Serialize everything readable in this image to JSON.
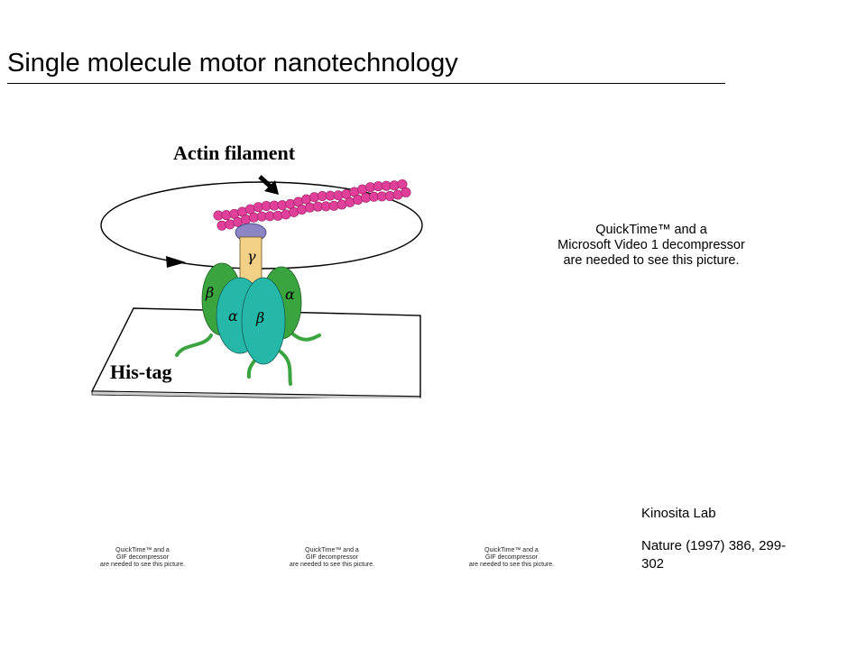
{
  "slide": {
    "title": "Single molecule motor nanotechnology"
  },
  "figure": {
    "label_top": "Actin filament",
    "label_bottom": "His-tag",
    "subunits": {
      "gamma": "γ",
      "beta_left": "β",
      "alpha_right": "α",
      "alpha_front": "α",
      "beta_front": "β"
    },
    "colors": {
      "actin": "#e0409a",
      "teal": "#25b7a8",
      "green": "#3aa43f",
      "gamma": "#f2d088",
      "blue_cap": "#8d86c4"
    }
  },
  "placeholder_main": {
    "line1": "QuickTime™ and a",
    "line2": "Microsoft Video 1 decompressor",
    "line3": "are needed to see this picture."
  },
  "placeholders_small": [
    {
      "line1": "QuickTime™ and a",
      "line2": "GIF decompressor",
      "line3": "are needed to see this picture."
    },
    {
      "line1": "QuickTime™ and a",
      "line2": "GIF decompressor",
      "line3": "are needed to see this picture."
    },
    {
      "line1": "QuickTime™ and a",
      "line2": "GIF decompressor",
      "line3": "are needed to see this picture."
    }
  ],
  "credits": {
    "lab": "Kinosita Lab",
    "citation": "Nature (1997) 386, 299-302"
  }
}
